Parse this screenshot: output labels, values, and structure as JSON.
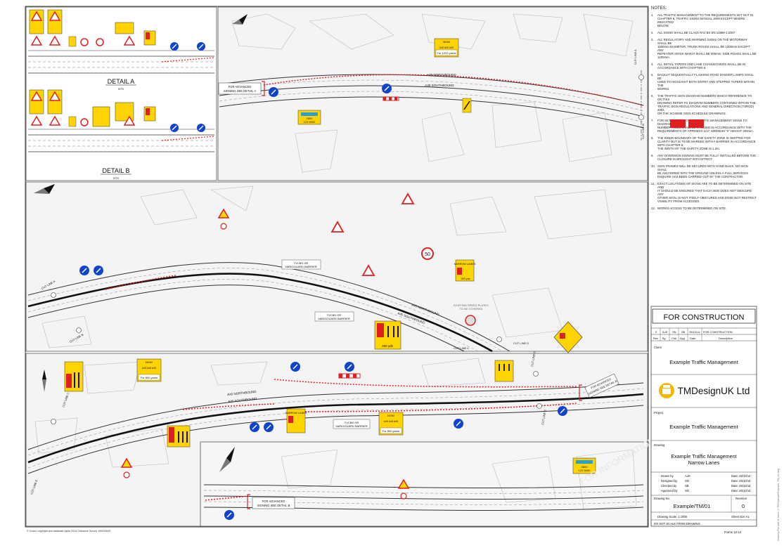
{
  "details": {
    "a_title": "DETAIL A",
    "b_title": "DETAIL B",
    "nts": "NTS"
  },
  "labels": {
    "a45_northbound": "A45 NORTHBOUND",
    "a45_southbound": "A45 SOUTHBOUND",
    "cut_line_a": "CUT LINE A",
    "cut_line_b": "CUT LINE B",
    "cut_line_c": "CUT LINE C",
    "cut_line_d": "CUT LINE D",
    "cut_line_e": "CUT LINE E",
    "adv_signing_a": [
      "FOR ADVANCED",
      "SIGNING SEE DETAIL A"
    ],
    "adv_signing_b": [
      "FOR ADVANCED",
      "SIGNING SEE DETAIL B"
    ],
    "barrier": [
      "TVCBS OR",
      "VARIOGUARD BARRIER"
    ],
    "existing_speed": [
      "EXISTING SPEED PLATES",
      "TO BE COVERED"
    ],
    "now_sign": [
      "NOW",
      "A45 A45 A45",
      "For 1200 yards"
    ],
    "now_sign_800": [
      "NOW",
      "A45 A45 A45",
      "For 800 yards"
    ],
    "phone_sign": [
      "0800",
      "123 5000"
    ],
    "speed_50": "50",
    "narrow_lanes": "NARROW LANES",
    "yds_300": "300 yds",
    "yds_200": "200 yds",
    "copyright": "© Crown copyright and database rights 2014 Ordnance Survey 100030649",
    "side_note": "Drawing File path & name: c:\\TM Example\\Example_TM_01.dwg",
    "watermark": "FOR INFORMATION",
    "frame": "Frame 10-14"
  },
  "notes": {
    "heading": "NOTES:",
    "items": [
      {
        "n": "1.",
        "lines": [
          "ALL TRAFFIC MANAGEMENT TO THE REQUIREMENTS SET OUT IN",
          "CHAPTER 8, TRAFFIC SIGNS MANUAL 2009 EXCEPT WHERE INDICATED",
          "BELOW."
        ]
      },
      {
        "n": "2.",
        "lines": [
          "ALL SIGNS SHALL BE CLASS RA2 BS EN 12899-1:2007"
        ]
      },
      {
        "n": "3.",
        "lines": [
          "ALL REGULATORY AND WARNING SIGNS ON THE MOTORWAY SHALL BE",
          "1500mm DIAMETER, TRUNK ROADS SHALL BE 1200mm EXCEPT ANY",
          "REPEATER SIGNS WHICH SHALL BE 900mm, SIDE ROADS SHALL BE",
          "1200mm."
        ]
      },
      {
        "n": "4.",
        "lines": [
          "ALL INITIAL TAPERS AND LANE CHANGEOVERS SHALL BE IN",
          "ACCORDANCE WITH CHAPTER 8."
        ]
      },
      {
        "n": "5.",
        "lines": [
          "BACKLIT SEQUENTIALLY FLASHING ROAD DANGER LAMPS SHALL BE",
          "USED TO HIGHLIGHT BOTH ENTRY AND STEPPED TAPERS WITHIN THE",
          "WORKS."
        ]
      },
      {
        "n": "6.",
        "lines": [
          "THE TRAFFIC SIGN DIAGRAM NUMBERS WHICH REFERENCE TO ON THIS",
          "DRAWING REFER TO DIAGRAM NUMBERS CONTAINED WITHIN THE",
          "TRAFFIC SIGN REGULATIONS AND GENERAL DIRECTION (TSRGD) 2002,",
          "OR THE SCHEME SIGN SCHEDULE DRAWINGS."
        ]
      },
      {
        "n": "7.",
        "lines": [
          "FOR SETTING OUT OF ALL TRAFFIC MANAGEMENT SIGNS TO DIAGRAM",
          "NUMBER 7001.3 SHALL BE UTILISED IN ACCORDANCE WITH THE",
          "REQUIREMENTS OF APPENDIX 1/17, MINIMUM \"X\" HEIGHT 200mm."
        ]
      },
      {
        "n": "8.",
        "lines": [
          "THE INNER BOUNDARY OF THE SAFETY ZONE IS OMITTED FOR",
          "CLARITY BUT IS TO BE MARKED WITH A BARRIER IN ACCORDANCE",
          "WITH CHAPTER 8.",
          "THE WIDTH OF THE SAFETY ZONE IS 1.2m."
        ]
      },
      {
        "n": "9.",
        "lines": [
          "ANY DIVERSION SIGNING MUST BE FULLY INSTALLED BEFORE THE",
          "CLOSURE IS BROUGHT INTO EFFECT."
        ]
      },
      {
        "n": "10.",
        "lines": [
          "SIGN FRAMES WILL BE SECURED WITH SAND BAGS. NO SIGN SHALL",
          "BE ANCHORED INTO THE GROUND UNLESS A FULL SERVICES",
          "ENQUIRE HAS BEEN CARRIED OUT BY THE CONTRACTOR."
        ]
      },
      {
        "n": "11.",
        "lines": [
          "EXACT LOCATIONS OF SIGNS ARE TO BE DETERMINED ON SITE AND",
          "IT SHOULD BE ENSURED THAT EACH SIDE DOES NOT OBSCURE ANY",
          "OTHER SIGN, IS NOT ITSELF OBSCURED AND DOSE NOT RESTRICT",
          "VISIBILITY FROM ACCESSES."
        ]
      },
      {
        "n": "12.",
        "lines": [
          "WORKS ACCESS TO BE DETERMINED ON SITE."
        ]
      }
    ]
  },
  "title_block": {
    "status": "FOR CONSTRUCTION",
    "rev_row": {
      "rev": "0",
      "by": "AJS",
      "chk": "SN",
      "app": "SB",
      "date": "25/10/14",
      "desc": "FOR CONSTRUCTION"
    },
    "rev_headers": [
      "Rev",
      "By",
      "Chk",
      "App",
      "Date",
      "Description"
    ],
    "client_label": "Client",
    "client": "Example Traffic Management",
    "company": "TMDesignUK Ltd",
    "project_label": "Project",
    "project": "Example Traffic Management",
    "drawing_label": "Drawing",
    "drawing_line1": "Example Traffic Management",
    "drawing_line2": "Narrow Lanes",
    "signoff": [
      {
        "role": "Drawn by",
        "who": "AJS",
        "date": "Date: 25/10/14"
      },
      {
        "role": "Designed by",
        "who": "SN",
        "date": "Date: 25/10/14"
      },
      {
        "role": "Checked by",
        "who": "SB",
        "date": "Date: 25/10/14"
      },
      {
        "role": "Approved by",
        "who": "SN",
        "date": "Date: 25/10/14"
      }
    ],
    "drawing_no_label": "Drawing No.",
    "revision_label": "Revision",
    "drawing_no": "Example/TM/01",
    "revision": "0",
    "scale": "Drawing Scale: 1:1000",
    "sheet": "Sheet size A1",
    "dont_scale": "DO NOT SCALE FROM DRAWING"
  }
}
